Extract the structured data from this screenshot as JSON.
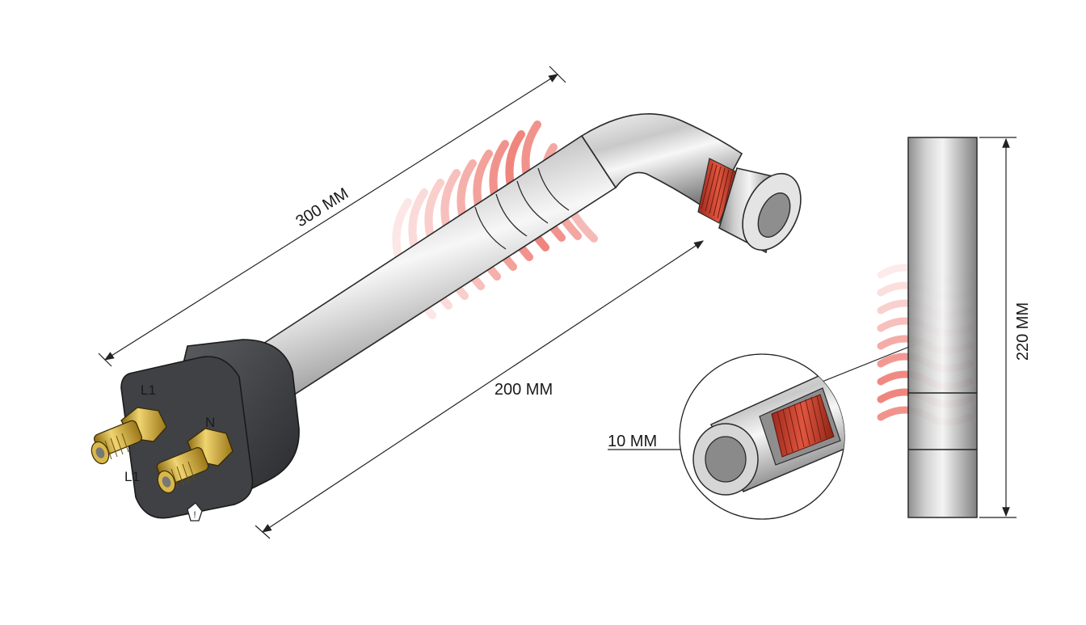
{
  "dimensions": {
    "length_overall": "300 MM",
    "length_straight": "200 MM",
    "height": "220 MM",
    "diameter": "10 MM"
  },
  "terminals": {
    "label_top": "L1",
    "label_bottom": "L1",
    "label_right": "N"
  },
  "warning_symbol": "!",
  "colors": {
    "heat_red": "#e63a2e",
    "steel_light": "#e8e8e8",
    "steel_dark": "#8c8c8c",
    "rubber": "#3b3d40",
    "brass": "#c8a02a",
    "coil": "#c0392b"
  },
  "icons": [
    "heat-wave-icon",
    "warning-icon"
  ]
}
